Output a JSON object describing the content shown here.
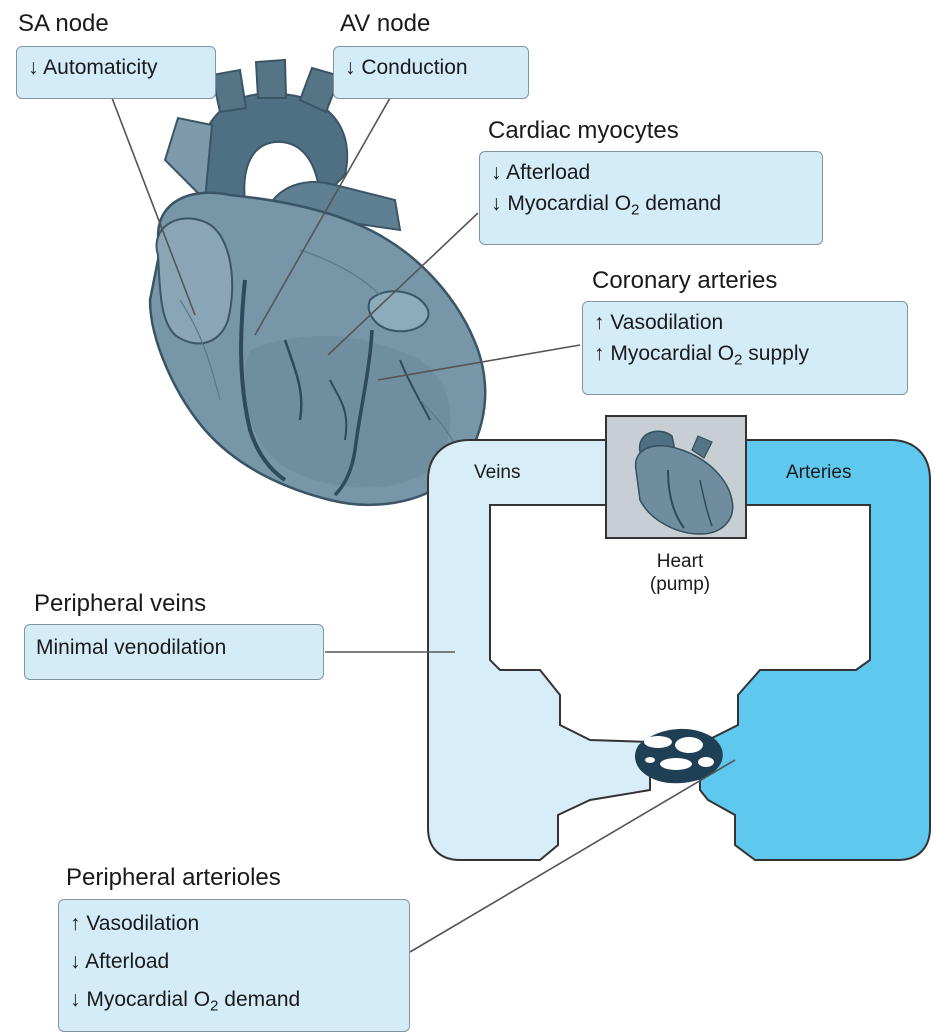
{
  "sa_node": {
    "title": "SA node",
    "items": [
      "↓ Automaticity"
    ]
  },
  "av_node": {
    "title": "AV node",
    "items": [
      "↓ Conduction"
    ]
  },
  "cardiac_myocytes": {
    "title": "Cardiac myocytes",
    "items": [
      {
        "pre": "↓ Afterload",
        "sub": "",
        "post": ""
      },
      {
        "pre": "↓ Myocardial O",
        "sub": "2",
        "post": " demand"
      }
    ]
  },
  "coronary_arteries": {
    "title": "Coronary arteries",
    "items": [
      {
        "pre": "↑ Vasodilation",
        "sub": "",
        "post": ""
      },
      {
        "pre": "↑ Myocardial O",
        "sub": "2",
        "post": " supply"
      }
    ]
  },
  "peripheral_veins": {
    "title": "Peripheral veins",
    "items": [
      "Minimal venodilation"
    ]
  },
  "peripheral_arterioles": {
    "title": "Peripheral arterioles",
    "items": [
      {
        "pre": "↑ Vasodilation",
        "sub": "",
        "post": ""
      },
      {
        "pre": "↓ Afterload",
        "sub": "",
        "post": ""
      },
      {
        "pre": "↓ Myocardial O",
        "sub": "2",
        "post": " demand"
      }
    ]
  },
  "circulation": {
    "veins_label": "Veins",
    "arteries_label": "Arteries",
    "heart_label": "Heart",
    "heart_sublabel": "(pump)"
  },
  "colors": {
    "box_fill": "#d3ecf8",
    "veins": "#d7eef9",
    "arteries": "#5fc8ef",
    "heart": "#6f8d9e"
  }
}
